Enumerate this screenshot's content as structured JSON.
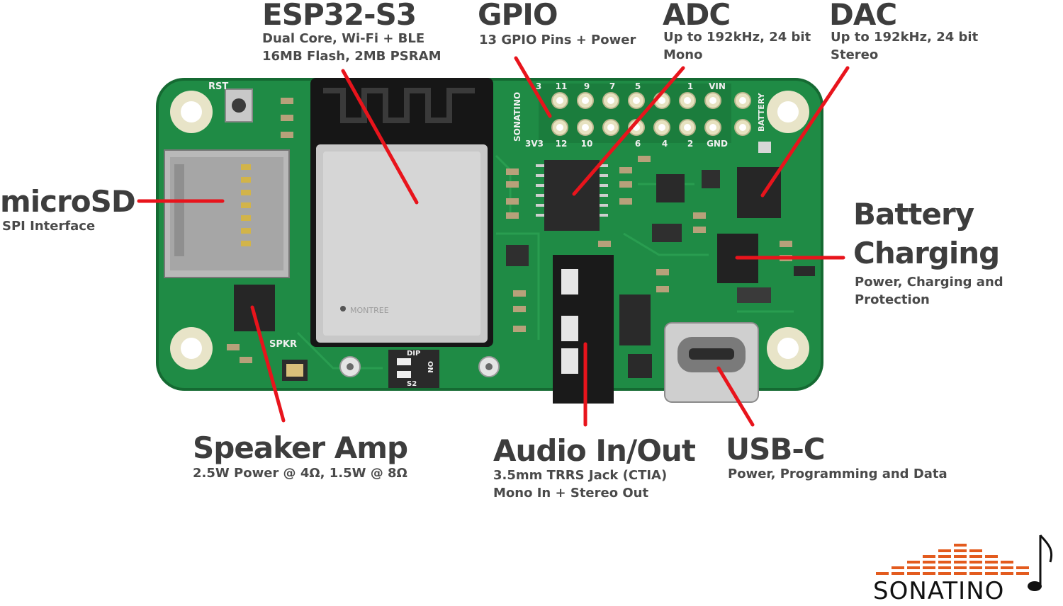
{
  "callouts": {
    "esp32": {
      "title": "ESP32-S3",
      "lines": [
        "Dual Core, Wi-Fi + BLE",
        "16MB Flash, 2MB PSRAM"
      ]
    },
    "gpio": {
      "title": "GPIO",
      "lines": [
        "13 GPIO Pins + Power"
      ]
    },
    "adc": {
      "title": "ADC",
      "lines": [
        "Up to 192kHz, 24 bit",
        "Mono"
      ]
    },
    "dac": {
      "title": "DAC",
      "lines": [
        "Up to 192kHz, 24 bit",
        "Stereo"
      ]
    },
    "microsd": {
      "title": "microSD",
      "lines": [
        "SPI Interface"
      ]
    },
    "battery": {
      "title_line1": "Battery",
      "title_line2": "Charging",
      "lines": [
        "Power, Charging and",
        "Protection"
      ]
    },
    "speaker": {
      "title": "Speaker Amp",
      "lines": [
        "2.5W Power @ 4Ω, 1.5W @ 8Ω"
      ]
    },
    "audio": {
      "title": "Audio In/Out",
      "lines": [
        "3.5mm TRRS Jack (CTIA)",
        "Mono In + Stereo Out"
      ]
    },
    "usbc": {
      "title": "USB-C",
      "lines": [
        "Power, Programming and Data"
      ]
    }
  },
  "board_silkscreen": {
    "rst": "RST",
    "spkr": "SPKR",
    "battery": "BATTERY",
    "sonatino": "SONATINO",
    "pins_top": [
      "3",
      "11",
      "9",
      "7",
      "5",
      "",
      "1",
      "VIN"
    ],
    "pins_bottom": [
      "3V3",
      "12",
      "10",
      "",
      "6",
      "4",
      "2",
      "GND"
    ],
    "dip": "DIP",
    "s2": "S2",
    "on": "ON",
    "chip_text": "MONTREE"
  },
  "logo": {
    "text": "SONATINO"
  },
  "colors": {
    "pcb": "#1e8a43",
    "pcb_dark": "#176b34",
    "callout_line": "#e8141c",
    "logo_bars": "#e35b1e",
    "title_text": "#3d3d3d"
  }
}
